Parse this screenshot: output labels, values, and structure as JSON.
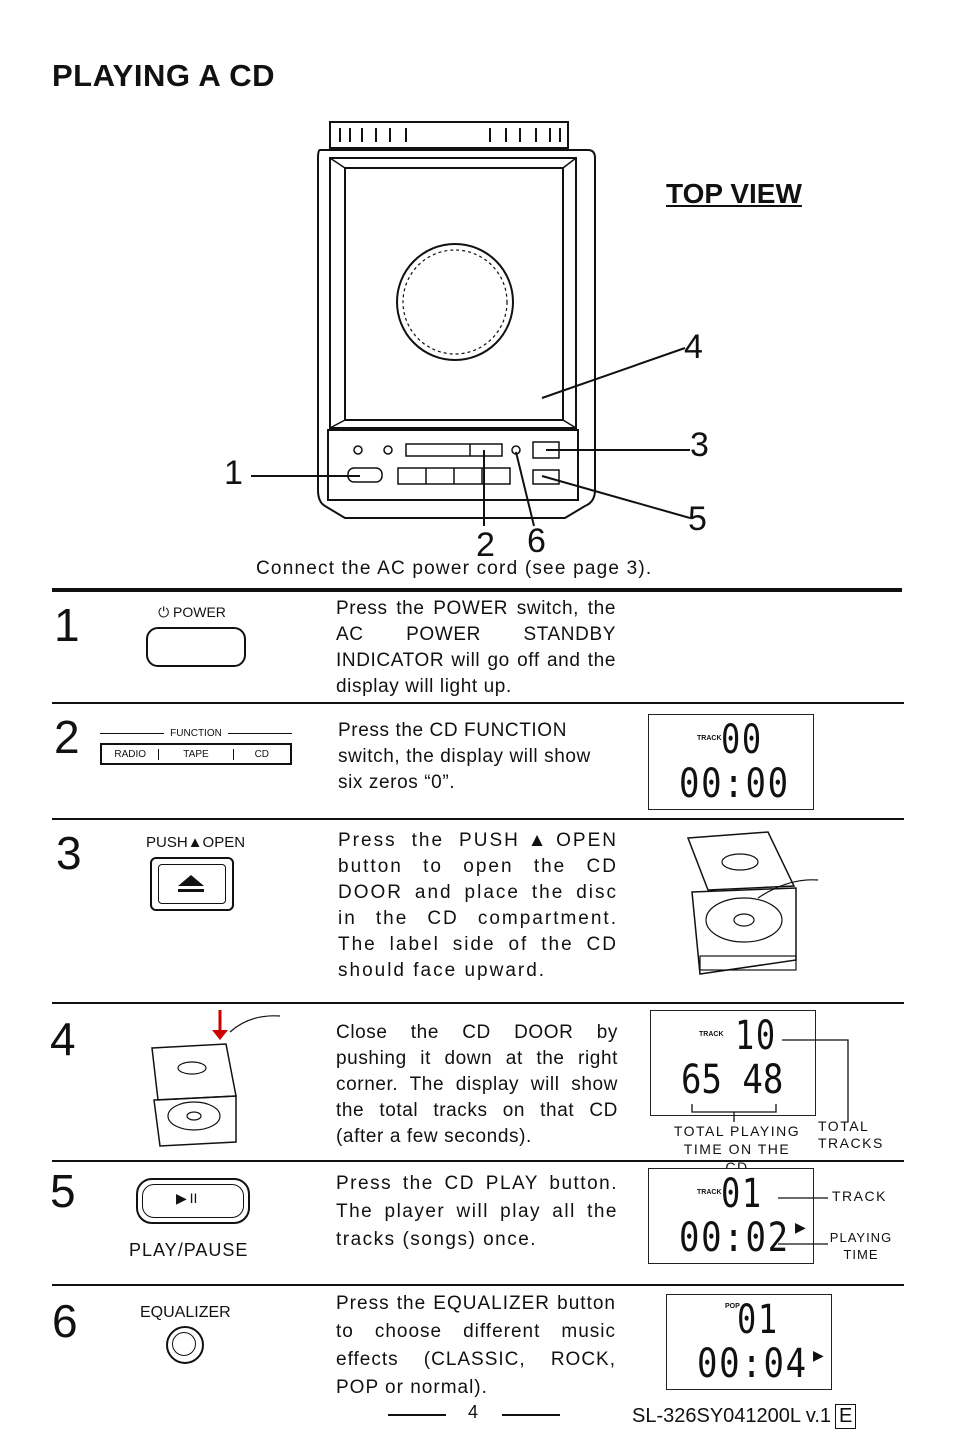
{
  "title": "PLAYING A CD",
  "top_view": "TOP VIEW",
  "callouts": [
    "1",
    "2",
    "3",
    "4",
    "5",
    "6"
  ],
  "connect_text": "Connect the AC power cord (see page 3).",
  "steps": [
    {
      "num": "1",
      "button_label": "POWER",
      "desc": "Press the POWER switch, the AC POWER STANDBY INDICATOR will go off and the display will light up."
    },
    {
      "num": "2",
      "function_label": "FUNCTION",
      "function_options": [
        "RADIO",
        "TAPE",
        "CD"
      ],
      "desc": "Press the CD FUNCTION switch, the display will show six zeros “0”.",
      "lcd": {
        "tag": "TRACK",
        "top": "00",
        "bottom": "00:00"
      }
    },
    {
      "num": "3",
      "button_label": "PUSH▲OPEN",
      "desc": "Press the PUSH▲OPEN button to open the CD DOOR and place the disc in the CD compartment. The label side of the CD should face upward."
    },
    {
      "num": "4",
      "desc": "Close the CD DOOR by pushing it down at the right corner. The display will show the total tracks on that CD (after a few seconds).",
      "lcd": {
        "tag": "TRACK",
        "top": "10",
        "bottom": "65 48"
      },
      "label_time": "TOTAL PLAYING TIME ON THE CD",
      "label_tracks": "TOTAL TRACKS"
    },
    {
      "num": "5",
      "button_label": "PLAY/PAUSE",
      "desc": "Press the CD PLAY button. The player will play all the tracks (songs) once.",
      "lcd": {
        "tag": "TRACK",
        "top": "01",
        "bottom": "00:02"
      },
      "label_track": "TRACK",
      "label_playing": "PLAYING TIME"
    },
    {
      "num": "6",
      "button_label": "EQUALIZER",
      "desc": "Press the EQUALIZER button to choose different music effects (CLASSIC, ROCK, POP or normal).",
      "lcd": {
        "tag": "POP",
        "top": "01",
        "bottom": "00:04"
      }
    }
  ],
  "page_number": "4",
  "doc_code": "SL-326SY041200L v.1",
  "lang_badge": "E"
}
